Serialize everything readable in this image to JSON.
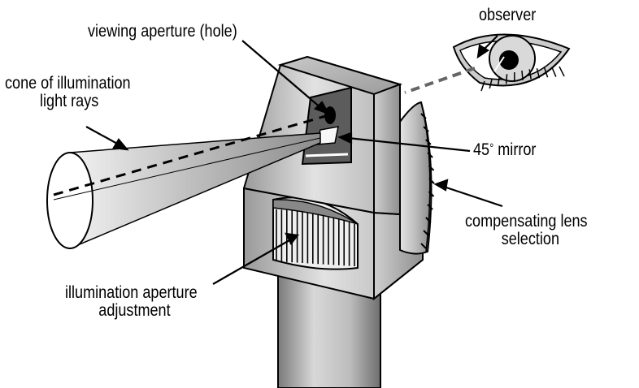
{
  "labels": {
    "observer": "observer",
    "viewing_aperture": "viewing aperture (hole)",
    "cone_line1": "cone of illumination",
    "cone_line2": "light rays",
    "mirror_number": "45",
    "mirror_degree": "°",
    "mirror_word": " mirror",
    "lens_line1": "compensating lens",
    "lens_line2": "selection",
    "illum_line1": "illumination aperture",
    "illum_line2": "adjustment"
  },
  "colors": {
    "stroke": "#000000",
    "body_light": "#d6d6d6",
    "body_mid": "#a8a8a8",
    "body_dark": "#777777",
    "ray_dash": "#666666"
  }
}
